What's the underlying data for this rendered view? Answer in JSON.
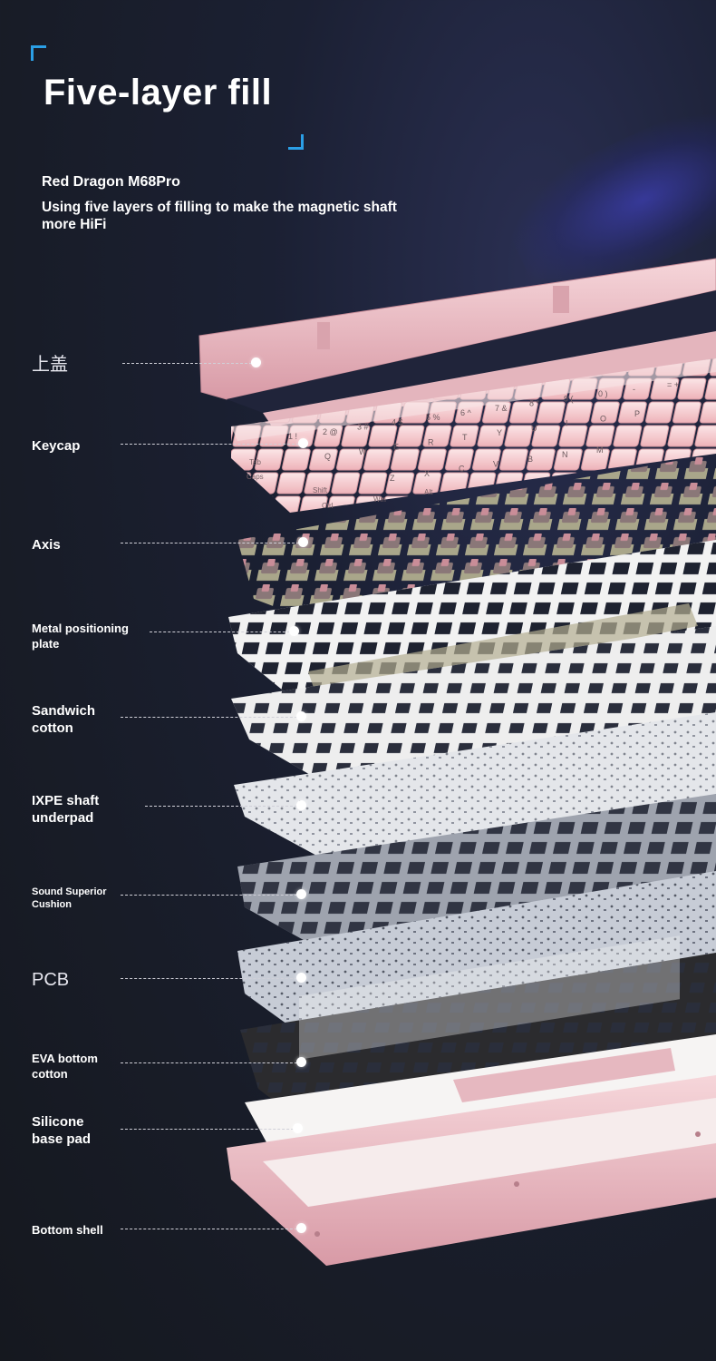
{
  "header": {
    "title": "Five-layer fill",
    "subtitle": "Red Dragon M68Pro",
    "description": "Using five layers of filling to make the magnetic shaft more HiFi"
  },
  "layers": [
    {
      "label": "上盖",
      "icon": "top-cover"
    },
    {
      "label": "Keycap",
      "icon": "keycaps"
    },
    {
      "label": "Axis",
      "icon": "switches"
    },
    {
      "label": "Metal positioning plate",
      "icon": "metal-plate"
    },
    {
      "label": "Sandwich cotton",
      "icon": "foam"
    },
    {
      "label": "IXPE shaft underpad",
      "icon": "ixpe-pad"
    },
    {
      "label": "Sound Superior Cushion",
      "icon": "cushion"
    },
    {
      "label": "PCB",
      "icon": "pcb"
    },
    {
      "label": "EVA bottom cotton",
      "icon": "eva-foam"
    },
    {
      "label": "Silicone base pad",
      "icon": "silicone-pad"
    },
    {
      "label": "Bottom shell",
      "icon": "bottom-shell"
    }
  ],
  "keycap_legends": {
    "number_row": [
      "1 !",
      "2 @",
      "3 #",
      "4 $",
      "5 %",
      "6 ^",
      "7 &",
      "8 *",
      "9 (",
      "0 )",
      "-",
      "= +"
    ],
    "letter_row": [
      "Q",
      "W",
      "E",
      "R",
      "T",
      "Y",
      "U",
      "I",
      "O",
      "P"
    ],
    "bottom_row": [
      "Z",
      "X",
      "C",
      "V",
      "B",
      "N",
      "M"
    ],
    "modifiers": [
      "Tab",
      "Caps",
      "Shift",
      "Ctrl",
      "Win",
      "Alt"
    ]
  },
  "colors": {
    "background": "#181c27",
    "accent_blue": "#2b9fe6",
    "shell_pink": "#e8b6bf",
    "keycap_pink": "#f1c7cc",
    "plate_white": "#f2f2f2",
    "pcb_gray": "#c7ccd6",
    "eva_black": "#2b2b2e"
  }
}
